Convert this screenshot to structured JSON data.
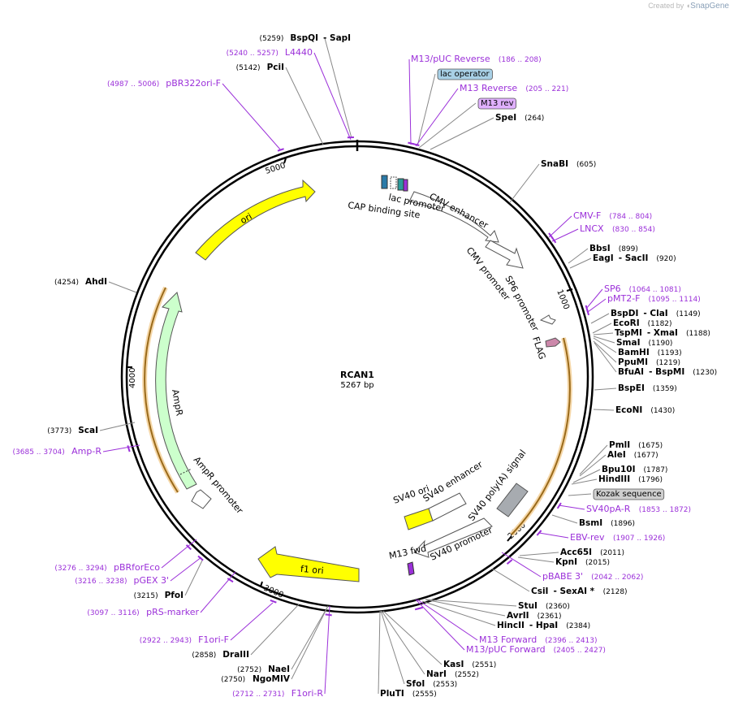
{
  "branding": {
    "created_by": "Created by",
    "app": "SnapGene"
  },
  "plasmid": {
    "name": "RCAN1",
    "size": "5267 bp"
  },
  "ring_ticks": [
    "1000",
    "2000",
    "3000",
    "4000",
    "5000"
  ],
  "colors": {
    "primer": "#9b30d9",
    "site": "#000000",
    "leader": "#777777",
    "ori": "#ffff00",
    "ampr": "#ccffcc",
    "orf_ring": "#f0a030",
    "lac_operator": "#a8d0e6",
    "m13_rev_badge": "#e0b0ff"
  },
  "features": {
    "ori": "ori",
    "ampr": "AmpR",
    "ampr_promoter": "AmpR promoter",
    "f1_ori": "f1 ori",
    "sv40_ori": "SV40 ori",
    "sv40_enhancer": "SV40 enhancer",
    "sv40_polya": "SV40 poly(A) signal",
    "sv40_promoter": "SV40 promoter",
    "m13_fwd": "M13 fwd",
    "cmv_enhancer": "CMV enhancer",
    "cmv_promoter": "CMV promoter",
    "sp6_promoter": "SP6 promoter",
    "flag": "FLAG",
    "lac_promoter": "lac promoter",
    "cap_site": "CAP binding site"
  },
  "labels": [
    {
      "kind": "site",
      "pos": "(5259)",
      "name": "BspQI",
      "extra": "SapI"
    },
    {
      "kind": "primer",
      "pos": "(5240 .. 5257)",
      "name": "L4440"
    },
    {
      "kind": "site",
      "pos": "(5142)",
      "name": "PciI"
    },
    {
      "kind": "primer",
      "pos": "(4987 .. 5006)",
      "name": "pBR322ori-F"
    },
    {
      "kind": "primer",
      "name": "M13/pUC Reverse",
      "pos": "(186 .. 208)"
    },
    {
      "kind": "badge",
      "name": "lac operator",
      "color": "#a8d0e6"
    },
    {
      "kind": "primer",
      "name": "M13 Reverse",
      "pos": "(205 .. 221)"
    },
    {
      "kind": "badge",
      "name": "M13 rev",
      "color": "#e0b0ff"
    },
    {
      "kind": "site",
      "name": "SpeI",
      "pos": "(264)"
    },
    {
      "kind": "site",
      "name": "SnaBI",
      "pos": "(605)"
    },
    {
      "kind": "primer",
      "name": "CMV-F",
      "pos": "(784 .. 804)"
    },
    {
      "kind": "primer",
      "name": "LNCX",
      "pos": "(830 .. 854)"
    },
    {
      "kind": "site",
      "name": "BbsI",
      "pos": "(899)"
    },
    {
      "kind": "site",
      "name": "EagI",
      "extra": "SacII",
      "pos": "(920)"
    },
    {
      "kind": "primer",
      "name": "SP6",
      "pos": "(1064 .. 1081)"
    },
    {
      "kind": "primer",
      "name": "pMT2-F",
      "pos": "(1095 .. 1114)"
    },
    {
      "kind": "site",
      "name": "BspDI",
      "extra": "ClaI",
      "pos": "(1149)"
    },
    {
      "kind": "site",
      "name": "EcoRI",
      "pos": "(1182)"
    },
    {
      "kind": "site",
      "name": "TspMI",
      "extra": "XmaI",
      "pos": "(1188)"
    },
    {
      "kind": "site",
      "name": "SmaI",
      "pos": "(1190)"
    },
    {
      "kind": "site",
      "name": "BamHI",
      "pos": "(1193)"
    },
    {
      "kind": "site",
      "name": "PpuMI",
      "pos": "(1219)"
    },
    {
      "kind": "site",
      "name": "BfuAI",
      "extra": "BspMI",
      "pos": "(1230)"
    },
    {
      "kind": "site",
      "name": "BspEI",
      "pos": "(1359)"
    },
    {
      "kind": "site",
      "name": "EcoNI",
      "pos": "(1430)"
    },
    {
      "kind": "site",
      "name": "PmlI",
      "pos": "(1675)"
    },
    {
      "kind": "site",
      "name": "AleI",
      "pos": "(1677)"
    },
    {
      "kind": "site",
      "name": "Bpu10I",
      "pos": "(1787)"
    },
    {
      "kind": "site",
      "name": "HindIII",
      "pos": "(1796)"
    },
    {
      "kind": "badge",
      "name": "Kozak sequence",
      "color": "#cfcfcf"
    },
    {
      "kind": "primer",
      "name": "SV40pA-R",
      "pos": "(1853 .. 1872)"
    },
    {
      "kind": "site",
      "name": "BsmI",
      "pos": "(1896)"
    },
    {
      "kind": "primer",
      "name": "EBV-rev",
      "pos": "(1907 .. 1926)"
    },
    {
      "kind": "site",
      "name": "Acc65I",
      "pos": "(2011)"
    },
    {
      "kind": "site",
      "name": "KpnI",
      "pos": "(2015)"
    },
    {
      "kind": "primer",
      "name": "pBABE 3'",
      "pos": "(2042 .. 2062)"
    },
    {
      "kind": "site",
      "name": "CsiI",
      "extra": "SexAI *",
      "pos": "(2128)"
    },
    {
      "kind": "site",
      "name": "StuI",
      "pos": "(2360)"
    },
    {
      "kind": "site",
      "name": "AvrII",
      "pos": "(2361)"
    },
    {
      "kind": "site",
      "name": "HincII",
      "extra": "HpaI",
      "pos": "(2384)"
    },
    {
      "kind": "primer",
      "name": "M13 Forward",
      "pos": "(2396 .. 2413)"
    },
    {
      "kind": "primer",
      "name": "M13/pUC Forward",
      "pos": "(2405 .. 2427)"
    },
    {
      "kind": "site",
      "name": "KasI",
      "pos": "(2551)"
    },
    {
      "kind": "site",
      "name": "NarI",
      "pos": "(2552)"
    },
    {
      "kind": "site",
      "name": "SfoI",
      "pos": "(2553)"
    },
    {
      "kind": "site",
      "name": "PluTI",
      "pos": "(2555)"
    },
    {
      "kind": "primer",
      "pos": "(2712 .. 2731)",
      "name": "F1ori-R"
    },
    {
      "kind": "site",
      "pos": "(2750)",
      "name": "NgoMIV"
    },
    {
      "kind": "site",
      "pos": "(2752)",
      "name": "NaeI"
    },
    {
      "kind": "site",
      "pos": "(2858)",
      "name": "DraIII"
    },
    {
      "kind": "primer",
      "pos": "(2922 .. 2943)",
      "name": "F1ori-F"
    },
    {
      "kind": "primer",
      "pos": "(3097 .. 3116)",
      "name": "pRS-marker"
    },
    {
      "kind": "site",
      "pos": "(3215)",
      "name": "PfoI"
    },
    {
      "kind": "primer",
      "pos": "(3216 .. 3238)",
      "name": "pGEX 3'"
    },
    {
      "kind": "primer",
      "pos": "(3276 .. 3294)",
      "name": "pBRforEco"
    },
    {
      "kind": "primer",
      "pos": "(3685 .. 3704)",
      "name": "Amp-R"
    },
    {
      "kind": "site",
      "pos": "(3773)",
      "name": "ScaI"
    },
    {
      "kind": "site",
      "pos": "(4254)",
      "name": "AhdI"
    }
  ]
}
